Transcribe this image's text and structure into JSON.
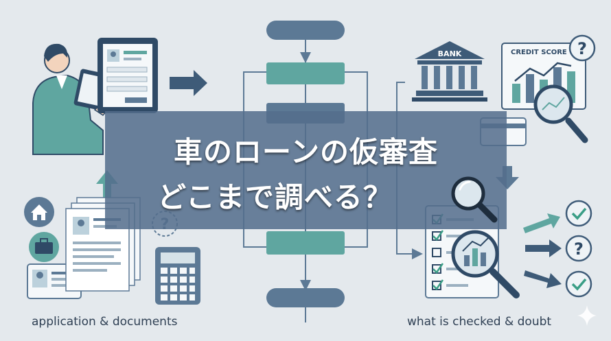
{
  "title": {
    "line1": "車のローンの仮審査",
    "line2": "どこまで調べる？"
  },
  "captions": {
    "left": "application & documents",
    "right": "what is checked & doubt"
  },
  "labels": {
    "bank": "BANK",
    "credit_score": "CREDIT SCORE",
    "question_mark": "?"
  },
  "colors": {
    "background": "#e4e9ed",
    "banner": "#546e8c",
    "navy": "#2f4a66",
    "steel": "#5c7995",
    "teal": "#5fa6a0",
    "green": "#3a9e86",
    "caption_text": "#2f4054"
  },
  "icons": [
    "person-with-tablet-icon",
    "tablet-form-icon",
    "arrow-right-icon",
    "home-icon",
    "briefcase-icon",
    "id-card-icon",
    "document-stack-icon",
    "question-bubble-icon",
    "calculator-icon",
    "flowchart-icon",
    "bank-icon",
    "credit-score-chart-icon",
    "magnifier-icon",
    "credit-card-icon",
    "checklist-icon",
    "check-circle-icon",
    "question-circle-icon",
    "sparkle-icon"
  ]
}
